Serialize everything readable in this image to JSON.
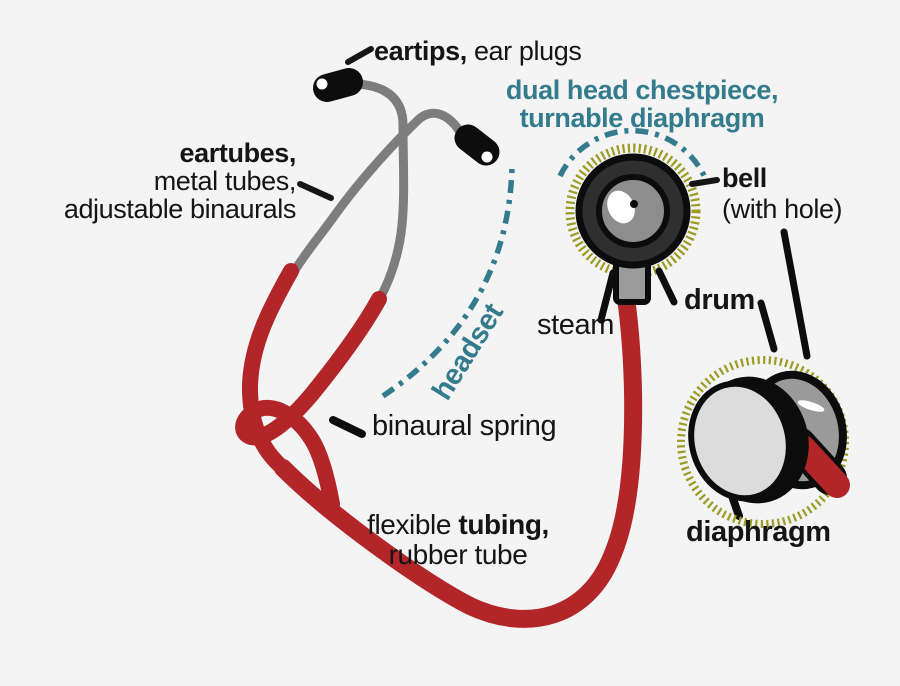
{
  "title": "Stethoscope parts diagram",
  "palette": {
    "background": "#f4f4f4",
    "text_black": "#151515",
    "teal_accent": "#337b8d",
    "tube_red": "#b2262a",
    "tube_gray": "#7d7d7d",
    "olive_ring": "#9c9b24",
    "chestpiece_dark": "#2f2f2f",
    "chestpiece_mid_gray": "#8d8d8d",
    "stem_gray": "#9b9b9b",
    "diaphragm_face_gray": "#dcdcdc",
    "bell_back_gray": "#9a9a9a"
  },
  "labels": {
    "eartips": {
      "bold": "eartips,",
      "rest": " ear plugs"
    },
    "chestpiece_heading": {
      "line1": "dual head chestpiece,",
      "line2": "turnable diaphragm"
    },
    "eartubes": {
      "line1": "eartubes,",
      "line2": "metal tubes,",
      "line3": "adjustable binaurals"
    },
    "bell": {
      "bold": "bell",
      "rest": "(with hole)"
    },
    "drum": {
      "text": "drum"
    },
    "steam": {
      "text": "steam"
    },
    "headset": {
      "text": "headset"
    },
    "binaural_spring": {
      "text": "binaural spring"
    },
    "tubing": {
      "pre": "flexible ",
      "bold": "tubing,",
      "line2": "rubber tube"
    },
    "diaphragm": {
      "text": "diaphragm"
    }
  },
  "figure_parts": [
    "left-eartip",
    "right-eartip",
    "left-eartube",
    "right-eartube",
    "binaural-spring-loop",
    "red-rubber-tubing",
    "chestpiece-drum",
    "chestpiece-stem",
    "headset-arc",
    "chestpiece-highlight-arc",
    "diaphragm-face",
    "bell-back",
    "tube-stub"
  ]
}
